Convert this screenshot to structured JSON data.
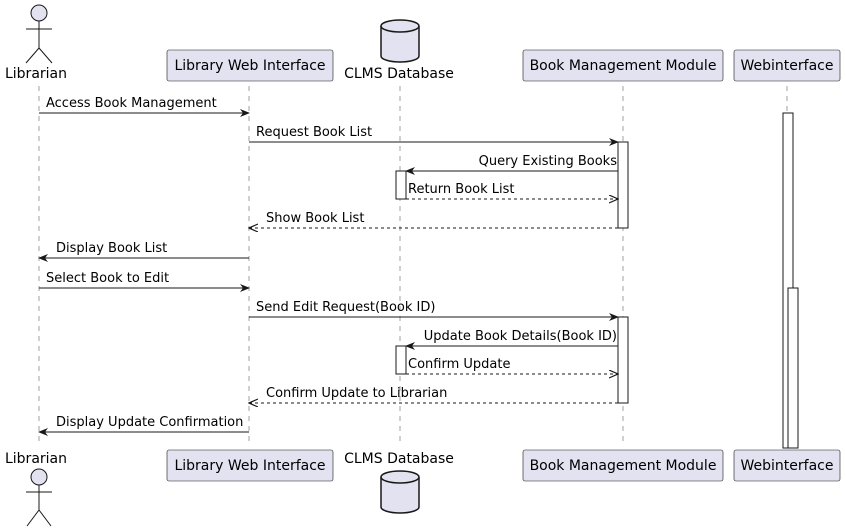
{
  "participants": {
    "librarian": "Librarian",
    "web": "Library Web Interface",
    "db": "CLMS Database",
    "bmm": "Book Management Module",
    "webif": "Webinterface"
  },
  "messages": [
    {
      "from": "librarian",
      "to": "web",
      "label": "Access Book Management",
      "style": "solid"
    },
    {
      "from": "web",
      "to": "bmm",
      "label": "Request Book List",
      "style": "solid"
    },
    {
      "from": "bmm",
      "to": "db",
      "label": "Query Existing Books",
      "style": "solid"
    },
    {
      "from": "db",
      "to": "bmm",
      "label": "Return Book List",
      "style": "dashed"
    },
    {
      "from": "bmm",
      "to": "web",
      "label": "Show Book List",
      "style": "dashed"
    },
    {
      "from": "web",
      "to": "librarian",
      "label": "Display Book List",
      "style": "solid"
    },
    {
      "from": "librarian",
      "to": "web",
      "label": "Select Book to Edit",
      "style": "solid"
    },
    {
      "from": "web",
      "to": "bmm",
      "label": "Send Edit Request(Book ID)",
      "style": "solid"
    },
    {
      "from": "bmm",
      "to": "db",
      "label": "Update Book Details(Book ID)",
      "style": "solid"
    },
    {
      "from": "db",
      "to": "bmm",
      "label": "Confirm Update",
      "style": "dashed"
    },
    {
      "from": "bmm",
      "to": "web",
      "label": "Confirm Update to Librarian",
      "style": "dashed"
    },
    {
      "from": "web",
      "to": "librarian",
      "label": "Display Update Confirmation",
      "style": "solid"
    }
  ]
}
